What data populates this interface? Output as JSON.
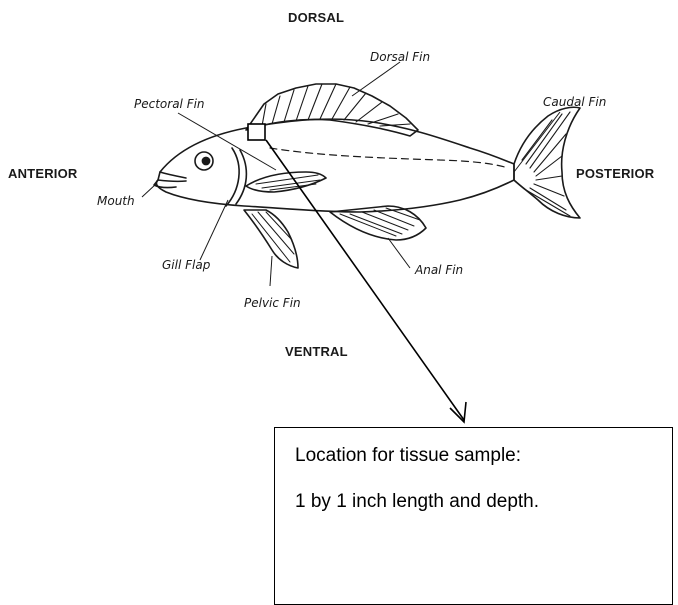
{
  "directions": {
    "dorsal": "DORSAL",
    "ventral": "VENTRAL",
    "anterior": "ANTERIOR",
    "posterior": "POSTERIOR"
  },
  "parts": {
    "dorsal_fin": "Dorsal Fin",
    "pectoral_fin": "Pectoral Fin",
    "caudal_fin": "Caudal Fin",
    "mouth": "Mouth",
    "gill_flap": "Gill Flap",
    "pelvic_fin": "Pelvic Fin",
    "anal_fin": "Anal Fin"
  },
  "sample_note": {
    "line1": "Location for tissue sample:",
    "line2": "1 by 1 inch length and depth."
  }
}
